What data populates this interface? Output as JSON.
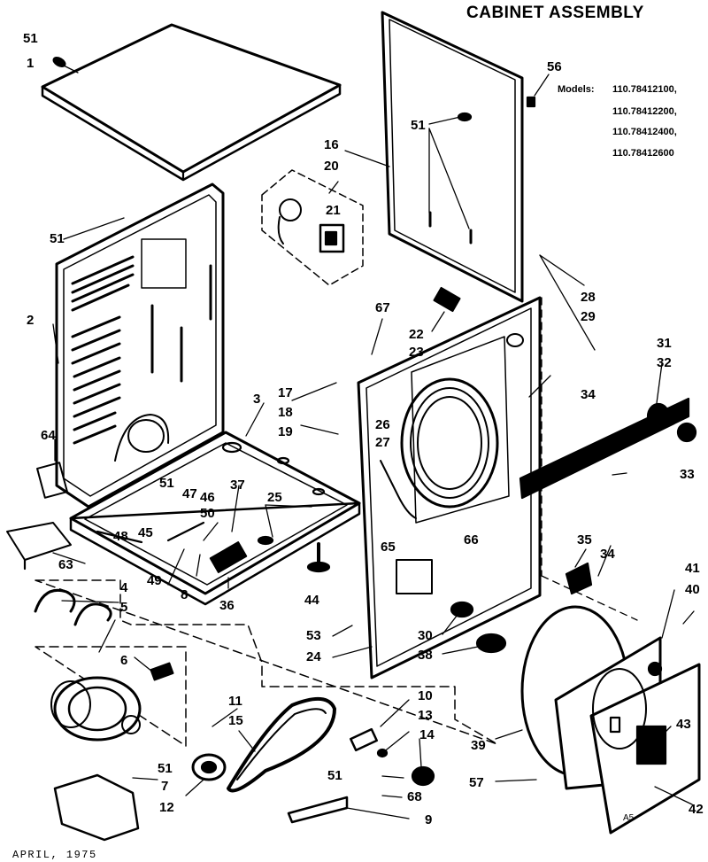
{
  "header": {
    "title": "CABINET ASSEMBLY",
    "models_label": "Models:",
    "models": [
      "110.78412100,",
      "110.78412200,",
      "110.78412400,",
      "110.78412600"
    ]
  },
  "footer": {
    "date": "APRIL, 1975",
    "code": "A5"
  },
  "part_labels": {
    "p1": "1",
    "p2": "2",
    "p3": "3",
    "p4": "4",
    "p5": "5",
    "p6": "6",
    "p7": "7",
    "p8": "8",
    "p9": "9",
    "p10": "10",
    "p11": "11",
    "p12": "12",
    "p13": "13",
    "p14": "14",
    "p15": "15",
    "p16": "16",
    "p17": "17",
    "p18": "18",
    "p19": "19",
    "p20": "20",
    "p21": "21",
    "p22": "22",
    "p23": "23",
    "p24": "24",
    "p25": "25",
    "p26": "26",
    "p27": "27",
    "p28": "28",
    "p29": "29",
    "p30": "30",
    "p31": "31",
    "p32": "32",
    "p33": "33",
    "p34a": "34",
    "p34b": "34",
    "p35": "35",
    "p36": "36",
    "p37": "37",
    "p38": "38",
    "p39": "39",
    "p40": "40",
    "p41": "41",
    "p42": "42",
    "p43": "43",
    "p44": "44",
    "p45": "45",
    "p46": "46",
    "p47": "47",
    "p48": "48",
    "p49": "49",
    "p50": "50",
    "p51a": "51",
    "p51b": "51",
    "p51c": "51",
    "p51d": "51",
    "p51e": "51",
    "p51f": "51",
    "p53": "53",
    "p56": "56",
    "p57": "57",
    "p63": "63",
    "p64": "64",
    "p65": "65",
    "p66": "66",
    "p67": "67",
    "p68": "68"
  }
}
